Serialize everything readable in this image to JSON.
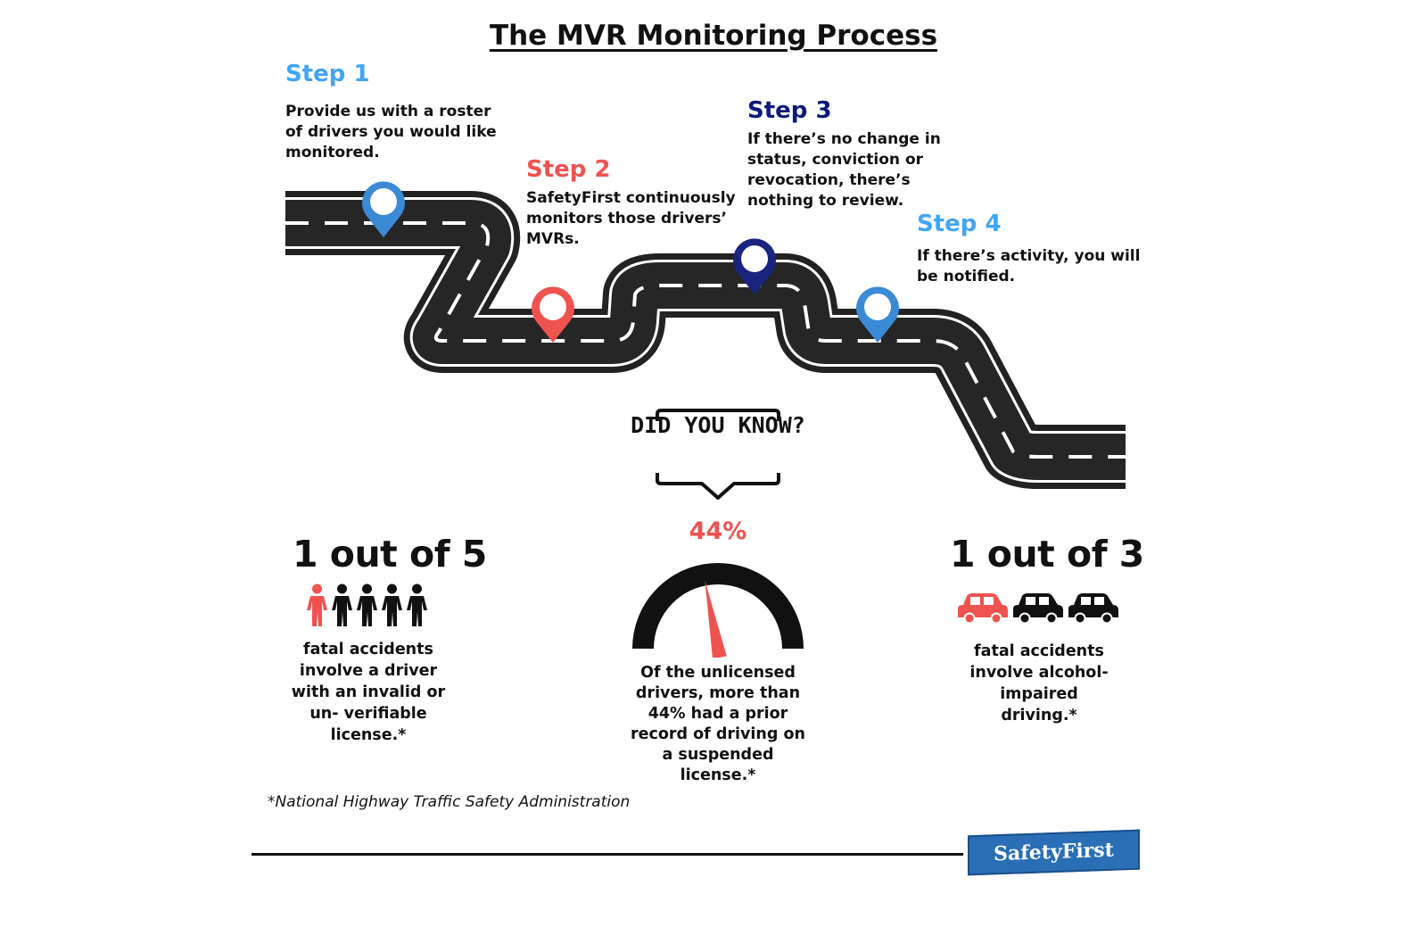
{
  "title": "The MVR Monitoring Process",
  "colors": {
    "step_blue": "#42a5f5",
    "step_red": "#ef5350",
    "step_navy": "#0d1a7a",
    "road": "#222222",
    "accent_red": "#ef5350"
  },
  "steps": [
    {
      "heading": "Step 1",
      "lines": [
        "Provide us with a roster",
        "of drivers you would like",
        "monitored."
      ],
      "pin_color": "#3a8ad6",
      "heading_color": "#42a5f5"
    },
    {
      "heading": "Step 2",
      "lines": [
        "SafetyFirst continuously",
        "monitors those drivers’",
        "MVRs."
      ],
      "pin_color": "#ef5350",
      "heading_color": "#ef5350"
    },
    {
      "heading": "Step 3",
      "lines": [
        "If there’s no change in",
        "status, conviction or",
        "revocation, there’s",
        "nothing to review."
      ],
      "pin_color": "#1a237e",
      "heading_color": "#0d1a7a"
    },
    {
      "heading": "Step 4",
      "lines": [
        "If there’s activity, you will",
        "be notified."
      ],
      "pin_color": "#3a8ad6",
      "heading_color": "#42a5f5"
    }
  ],
  "did_you_know": "DID YOU KNOW?",
  "stats": {
    "left": {
      "headline": "1 out of 5",
      "lines": [
        "fatal accidents",
        "involve a driver",
        "with an invalid or",
        "un- verifiable",
        "license.*"
      ],
      "icon": "person-icon",
      "highlighted": 1,
      "total": 5
    },
    "center": {
      "headline": "44%",
      "lines": [
        "Of the unlicensed",
        "drivers, more than",
        "44% had a prior",
        "record of driving on",
        "a suspended",
        "license.*"
      ],
      "icon": "gauge-icon",
      "value": 0.44
    },
    "right": {
      "headline": "1 out of 3",
      "lines": [
        "fatal accidents",
        "involve alcohol-",
        "impaired",
        "driving.*"
      ],
      "icon": "car-icon",
      "highlighted": 1,
      "total": 3
    }
  },
  "footnote": "*National Highway Traffic Safety Administration",
  "logo": "SafetyFirst"
}
